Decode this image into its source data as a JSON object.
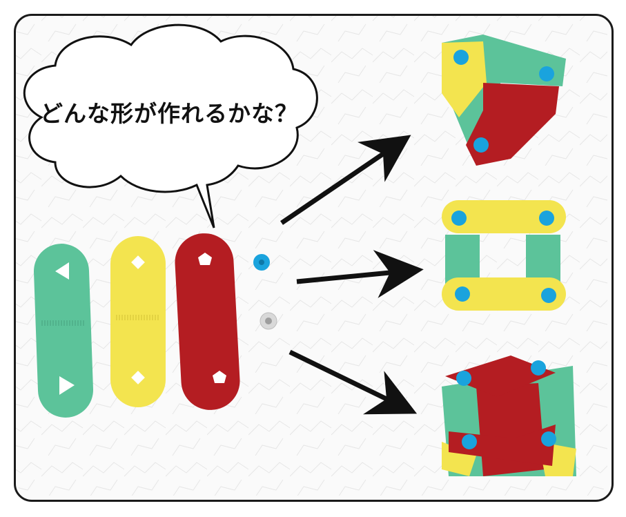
{
  "speech_bubble": {
    "text": "どんな形が作れるかな？"
  },
  "colors": {
    "green": "#5cc39a",
    "yellow": "#f3e44f",
    "red": "#b41d22",
    "blue_fastener": "#1aa3dd",
    "arrow": "#111111",
    "frame": "#1a1a1a"
  },
  "parts": {
    "strips": [
      {
        "color": "green",
        "holes": "triangle"
      },
      {
        "color": "yellow",
        "holes": "square"
      },
      {
        "color": "red",
        "holes": "pentagon"
      }
    ],
    "fasteners": [
      "blue",
      "clear"
    ]
  },
  "results": [
    "triangle-shape",
    "square-shape",
    "cube-shape"
  ]
}
